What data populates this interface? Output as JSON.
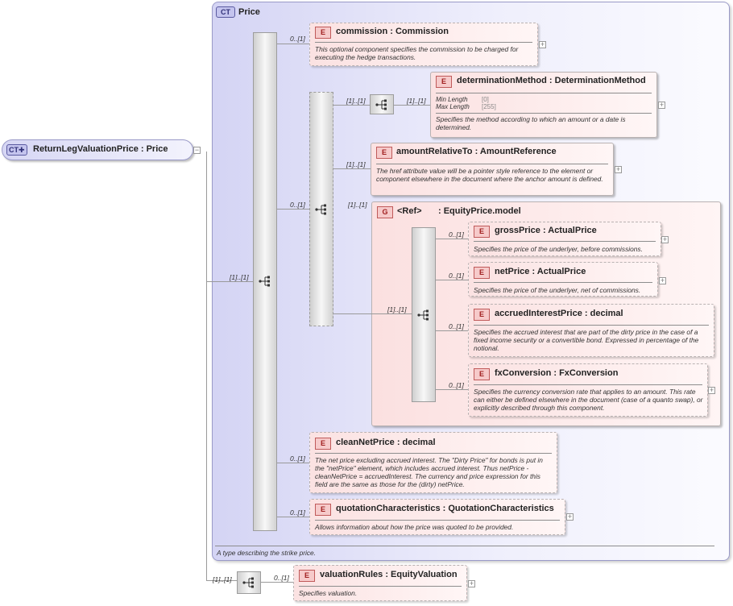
{
  "root": {
    "badge": "CT",
    "title": "ReturnLegValuationPrice : Price"
  },
  "price_type": {
    "badge": "CT",
    "title": "Price",
    "doc": "A type describing the strike price."
  },
  "seq_multiplicities": {
    "root_to_price": "[1]..[1]",
    "outer_to_choice": "0..[1]",
    "choice_to_seq": "[1]..[1]",
    "inner_seq_to_elem": "[1]..[1]",
    "choice_to_amount": "[1]..[1]",
    "choice_to_group": "[1]..[1]",
    "group_seq": "[1]..[1]",
    "root_to_valseq": "[1]..[1]"
  },
  "elements": {
    "commission": {
      "badge": "E",
      "name": "commission",
      "type": ": Commission",
      "mult": "0..[1]",
      "doc": "This optional component specifies the commission to be charged for executing the hedge transactions."
    },
    "determinationMethod": {
      "badge": "E",
      "name": "determinationMethod",
      "type": ": DeterminationMethod",
      "facets": [
        {
          "label": "Min Length",
          "value": "[0]"
        },
        {
          "label": "Max Length",
          "value": "[255]"
        }
      ],
      "doc": "Specifies the method according to which an amount or a date is determined."
    },
    "amountRelativeTo": {
      "badge": "E",
      "name": "amountRelativeTo",
      "type": ": AmountReference",
      "doc": "The href attribute value will be a pointer style reference to the element or component elsewhere in the document where the anchor amount is defined."
    },
    "group": {
      "badge": "G",
      "ref": "<Ref>",
      "name": ": EquityPrice.model"
    },
    "grossPrice": {
      "badge": "E",
      "name": "grossPrice",
      "type": ": ActualPrice",
      "mult": "0..[1]",
      "doc": "Specifies the price of the underlyer, before commissions."
    },
    "netPrice": {
      "badge": "E",
      "name": "netPrice",
      "type": ": ActualPrice",
      "mult": "0..[1]",
      "doc": "Specifies the price of the underlyer, net of commissions."
    },
    "accruedInterestPrice": {
      "badge": "E",
      "name": "accruedInterestPrice",
      "type": ": decimal",
      "mult": "0..[1]",
      "doc": "Specifies the accrued interest that are part of the dirty price in the case of a fixed income security or a convertible bond. Expressed in percentage of the notional."
    },
    "fxConversion": {
      "badge": "E",
      "name": "fxConversion",
      "type": ": FxConversion",
      "mult": "0..[1]",
      "doc": "Specifies the currency conversion rate that applies to an amount. This rate can either be defined elsewhere in the document (case of a quanto swap), or explicitly described through this component."
    },
    "cleanNetPrice": {
      "badge": "E",
      "name": "cleanNetPrice",
      "type": ": decimal",
      "mult": "0..[1]",
      "doc": "The net price excluding accrued interest. The \"Dirty Price\" for bonds is put in the \"netPrice\" element, which includes accrued interest. Thus netPrice - cleanNetPrice = accruedInterest. The currency and price expression for this field are the same as those for the (dirty) netPrice."
    },
    "quotationCharacteristics": {
      "badge": "E",
      "name": "quotationCharacteristics",
      "type": ": QuotationCharacteristics",
      "mult": "0..[1]",
      "doc": "Allows information about how the price was quoted to be provided."
    },
    "valuationRules": {
      "badge": "E",
      "name": "valuationRules",
      "type": ": EquityValuation",
      "mult": "0..[1]",
      "doc": "Specifies valuation."
    }
  },
  "colors": {
    "type_fill": "#dcdcf6",
    "type_border": "#9a9ac8",
    "element_fill": "#fbe2e2",
    "badge_border": "#c05a5a"
  }
}
